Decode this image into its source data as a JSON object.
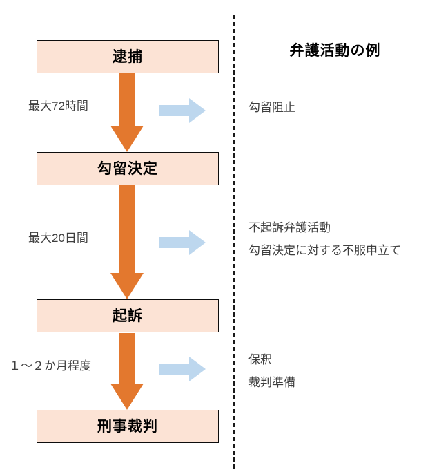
{
  "diagram": {
    "title_right_column": "弁護活動の例",
    "colors": {
      "box_fill": "#FCE3D5",
      "box_border": "#0d0d0d",
      "orange_arrow": "#E3782E",
      "blue_arrow": "#BDD7EE",
      "divider": "#1a1a1a",
      "muted_text": "#3f3f3f"
    },
    "stages": [
      {
        "label": "逮捕"
      },
      {
        "label": "勾留決定"
      },
      {
        "label": "起訴"
      },
      {
        "label": "刑事裁判"
      }
    ],
    "durations": [
      {
        "label": "最大72時間"
      },
      {
        "label": "最大20日間"
      },
      {
        "label": "１～２か月程度"
      }
    ],
    "defense_activities": [
      {
        "items": [
          "勾留阻止"
        ]
      },
      {
        "items": [
          "不起訴弁護活動",
          "勾留決定に対する不服申立て"
        ]
      },
      {
        "items": [
          "保釈",
          "裁判準備"
        ]
      }
    ]
  }
}
